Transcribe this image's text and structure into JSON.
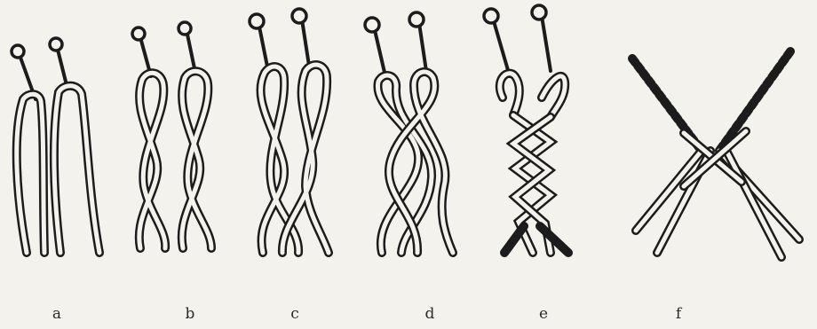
{
  "figure": {
    "panels": [
      {
        "label": "a"
      },
      {
        "label": "b"
      },
      {
        "label": "c"
      },
      {
        "label": "d"
      },
      {
        "label": "e"
      },
      {
        "label": "f"
      }
    ]
  },
  "colors": {
    "background": "#f4f2ec",
    "ink": "#1c1c1c"
  }
}
